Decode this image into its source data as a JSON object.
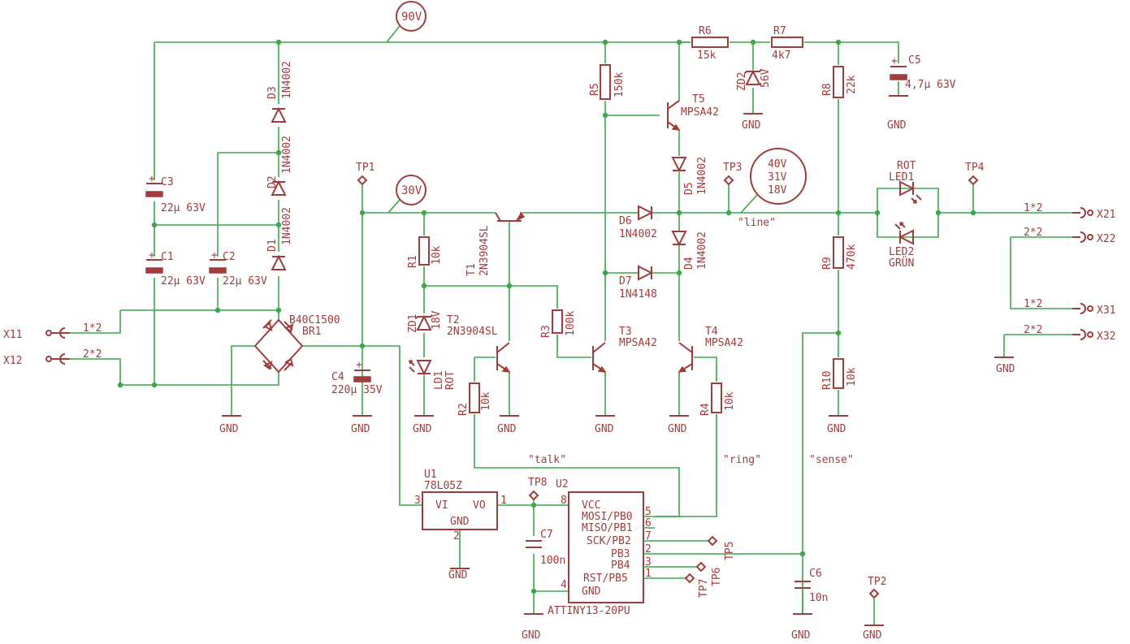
{
  "colors": {
    "wire": "#3aa84a",
    "component": "#a03c3c",
    "background": "#ffffff"
  },
  "voltages": {
    "v90": "90V",
    "v30": "30V",
    "v40": "40V",
    "v31": "31V",
    "v18": "18V"
  },
  "nets": {
    "line": "\"line\"",
    "talk": "\"talk\"",
    "ring": "\"ring\"",
    "sense": "\"sense\""
  },
  "connectors": {
    "x11": "X11",
    "x12": "X12",
    "x21": "X21",
    "x22": "X22",
    "x31": "X31",
    "x32": "X32",
    "pin12": "1*2",
    "pin22": "2*2"
  },
  "components": {
    "d1": "D1",
    "d2": "D2",
    "d3": "D3",
    "d_1n4002": "1N4002",
    "d4": "D4",
    "d5": "D5",
    "d6": "D6",
    "d7": "D7",
    "d7_val": "1N4148",
    "c1": "C1",
    "c2": "C2",
    "c3": "C3",
    "c_22u": "22µ 63V",
    "c4": "C4",
    "c4_val": "220µ 35V",
    "c5": "C5",
    "c5_val": "4,7µ 63V",
    "c6": "C6",
    "c6_val": "10n",
    "c7": "C7",
    "c7_val": "100n",
    "br1_val": "B40C1500",
    "br1": "BR1",
    "r1": "R1",
    "r1_val": "10k",
    "r2": "R2",
    "r2_val": "10k",
    "r3": "R3",
    "r3_val": "100k",
    "r4": "R4",
    "r4_val": "10k",
    "r5": "R5",
    "r5_val": "150k",
    "r6": "R6",
    "r6_val": "15k",
    "r7": "R7",
    "r7_val": "4k7",
    "r8": "R8",
    "r8_val": "22k",
    "r9": "R9",
    "r9_val": "470k",
    "r10": "R10",
    "r10_val": "10k",
    "zd1": "ZD1",
    "zd1_val": "18V",
    "zd2": "ZD2",
    "zd2_val": "56V",
    "ld1": "LD1",
    "ld1_col": "ROT",
    "led1_col": "ROT",
    "led1": "LED1",
    "led2": "LED2",
    "led2_col": "GRÜN",
    "t1": "T1",
    "t2": "T2",
    "t_2n3904": "2N3904SL",
    "t3": "T3",
    "t4": "T4",
    "t5": "T5",
    "t_mpsa": "MPSA42",
    "u1": "U1",
    "u1_val": "78L05Z",
    "u1_vi": "VI",
    "u1_vo": "VO",
    "u1_gnd": "GND",
    "u2": "U2",
    "u2_val": "ATTINY13-20PU",
    "u2_vcc": "VCC",
    "u2_pb0": "MOSI/PB0",
    "u2_pb1": "MISO/PB1",
    "u2_pb2": "SCK/PB2",
    "u2_pb3": "PB3",
    "u2_pb4": "PB4",
    "u2_pb5": "RST/PB5",
    "u2_gnd": "GND",
    "n1": "1",
    "n2": "2",
    "n3": "3",
    "n4": "4",
    "n5": "5",
    "n6": "6",
    "n7": "7",
    "n8": "8"
  },
  "testpoints": {
    "tp1": "TP1",
    "tp2": "TP2",
    "tp3": "TP3",
    "tp4": "TP4",
    "tp5": "TP5",
    "tp6": "TP6",
    "tp7": "TP7",
    "tp8": "TP8"
  },
  "gnd": "GND"
}
